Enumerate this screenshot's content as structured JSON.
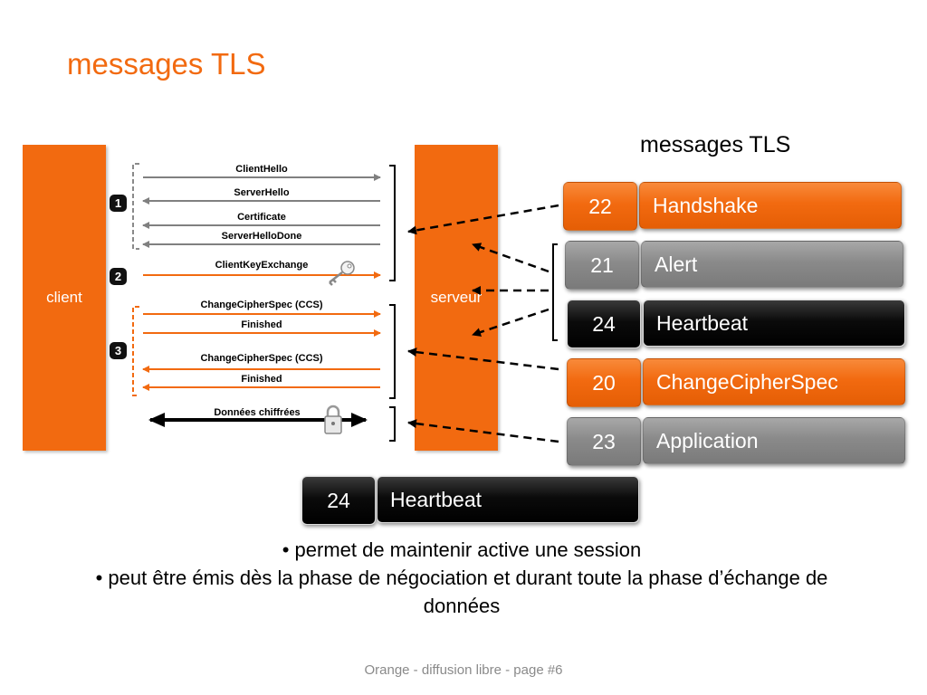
{
  "title": "messages TLS",
  "diagram": {
    "client_label": "client",
    "server_label": "serveur",
    "phase_markers": [
      "1",
      "2",
      "3"
    ],
    "messages": [
      {
        "label": "ClientHello",
        "direction": "to-server",
        "color": "#808080"
      },
      {
        "label": "ServerHello",
        "direction": "to-client",
        "color": "#808080"
      },
      {
        "label": "Certificate",
        "direction": "to-client",
        "color": "#808080"
      },
      {
        "label": "ServerHelloDone",
        "direction": "to-client",
        "color": "#808080"
      },
      {
        "label": "ClientKeyExchange",
        "direction": "to-server",
        "color": "#f26a10"
      },
      {
        "label": "ChangeCipherSpec (CCS)",
        "direction": "to-server",
        "color": "#f26a10"
      },
      {
        "label": "Finished",
        "direction": "to-server",
        "color": "#f26a10"
      },
      {
        "label": "ChangeCipherSpec (CCS)",
        "direction": "to-client",
        "color": "#f26a10"
      },
      {
        "label": "Finished",
        "direction": "to-client",
        "color": "#f26a10"
      },
      {
        "label": "Données chiffrées",
        "direction": "both",
        "color": "#000000"
      }
    ],
    "icons": [
      "key-icon",
      "padlock-icon"
    ]
  },
  "message_types": {
    "title": "messages TLS",
    "items": [
      {
        "code": "22",
        "name": "Handshake",
        "color": "orange"
      },
      {
        "code": "21",
        "name": "Alert",
        "color": "grey"
      },
      {
        "code": "24",
        "name": "Heartbeat",
        "color": "black"
      },
      {
        "code": "20",
        "name": "ChangeCipherSpec",
        "color": "orange"
      },
      {
        "code": "23",
        "name": "Application",
        "color": "grey"
      }
    ]
  },
  "focus": {
    "code": "24",
    "name": "Heartbeat"
  },
  "bullets": [
    "•   permet de maintenir active une session",
    "•   peut être émis dès la phase de négociation et durant toute la phase d’échange de données"
  ],
  "footer": "Orange - diffusion libre - page #6",
  "colors": {
    "accent": "#f26a10",
    "grey": "#8a8a8a",
    "black": "#000000"
  }
}
